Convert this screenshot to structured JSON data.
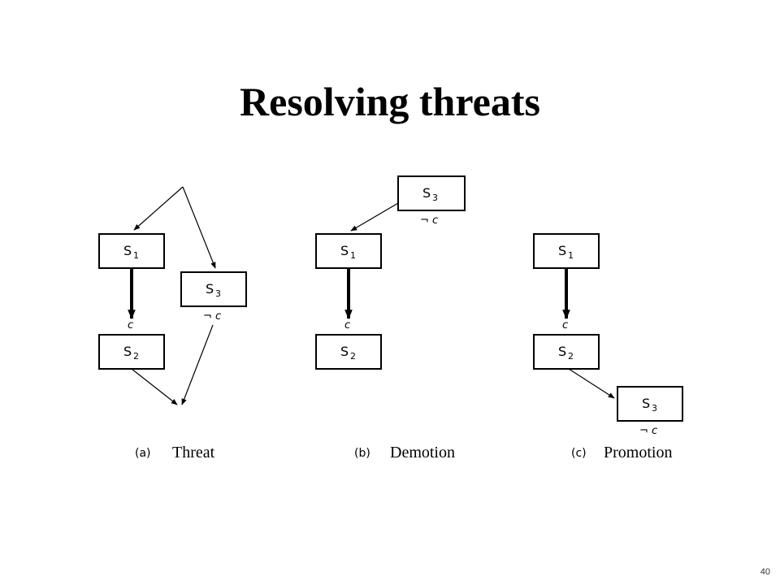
{
  "title": "Resolving threats",
  "steps": {
    "s1": "S",
    "s1_sub": "1",
    "s2": "S",
    "s2_sub": "2",
    "s3": "S",
    "s3_sub": "3"
  },
  "conditions": {
    "c": "c",
    "not_c": "¬ c"
  },
  "panels": [
    {
      "tag": "(a)",
      "caption": "Threat"
    },
    {
      "tag": "(b)",
      "caption": "Demotion"
    },
    {
      "tag": "(c)",
      "caption": "Promotion"
    }
  ],
  "page_number": "40"
}
